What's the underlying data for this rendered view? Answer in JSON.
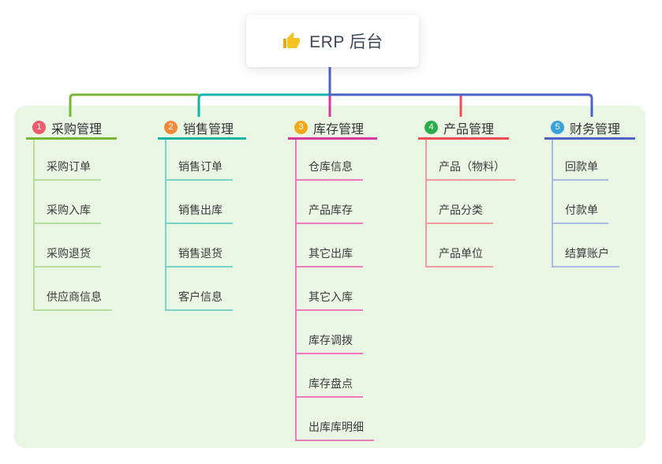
{
  "root": {
    "icon": "thumbs-up-icon",
    "label": "ERP 后台"
  },
  "panel": {
    "bg": "#e9f6e3"
  },
  "connector": {
    "root_color": "#4c62c4"
  },
  "branches": [
    {
      "num": "1",
      "title": "采购管理",
      "badge_color": "#ee5b6e",
      "line_color": "#7ab636",
      "child_line_color": "#b9dc9a",
      "children": [
        "采购订单",
        "采购入库",
        "采购退货",
        "供应商信息"
      ]
    },
    {
      "num": "2",
      "title": "销售管理",
      "badge_color": "#f08a38",
      "line_color": "#14b3a5",
      "child_line_color": "#7bd2ca",
      "children": [
        "销售订单",
        "销售出库",
        "销售退货",
        "客户信息"
      ]
    },
    {
      "num": "3",
      "title": "库存管理",
      "badge_color": "#f7a616",
      "line_color": "#d6389b",
      "child_line_color": "#ee7abc",
      "children": [
        "仓库信息",
        "产品库存",
        "其它出库",
        "其它入库",
        "库存调拨",
        "库存盘点",
        "出库库明细"
      ]
    },
    {
      "num": "4",
      "title": "产品管理",
      "badge_color": "#2bae49",
      "line_color": "#f14c54",
      "child_line_color": "#f59aa0",
      "children": [
        "产品（物料）",
        "产品分类",
        "产品单位"
      ]
    },
    {
      "num": "5",
      "title": "财务管理",
      "badge_color": "#38a3dd",
      "line_color": "#4c62c4",
      "child_line_color": "#a9b9e2",
      "children": [
        "回款单",
        "付款单",
        "结算账户"
      ]
    }
  ]
}
